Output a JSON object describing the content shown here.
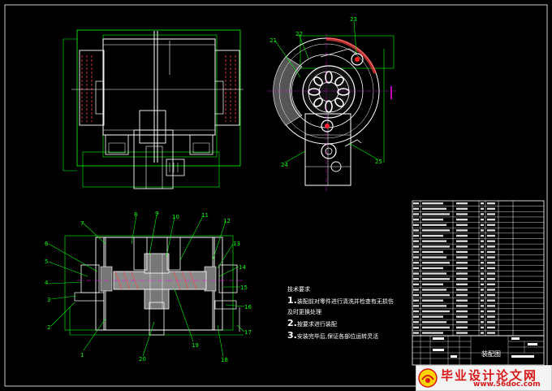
{
  "balloons": {
    "section": [
      "1",
      "2",
      "3",
      "4",
      "5",
      "6",
      "7",
      "8",
      "9",
      "10",
      "11",
      "12",
      "13",
      "14",
      "15",
      "16",
      "17",
      "18",
      "19",
      "20"
    ],
    "side": [
      "21",
      "22",
      "23",
      "24",
      "25"
    ]
  },
  "notes": {
    "heading": "技术要求",
    "item1_num": "1.",
    "item1_text": "装配前对零件进行清洗并检查有无损伤",
    "item1_cont": "及时更换处理",
    "item2_num": "2.",
    "item2_text": "按要求进行装配",
    "item3_num": "3.",
    "item3_text": "安装完毕后,保证各部位运转灵活"
  },
  "title_block": {
    "name": "装配图"
  },
  "watermark": {
    "title": "毕业设计论文网",
    "url": "www.56doc.com"
  },
  "colors": {
    "background": "#000000",
    "outline": "#ffffff",
    "construction": "#00ff00",
    "balloon": "#00ff00",
    "hatch": "#ff4040",
    "centerline": "#ff00ff"
  }
}
